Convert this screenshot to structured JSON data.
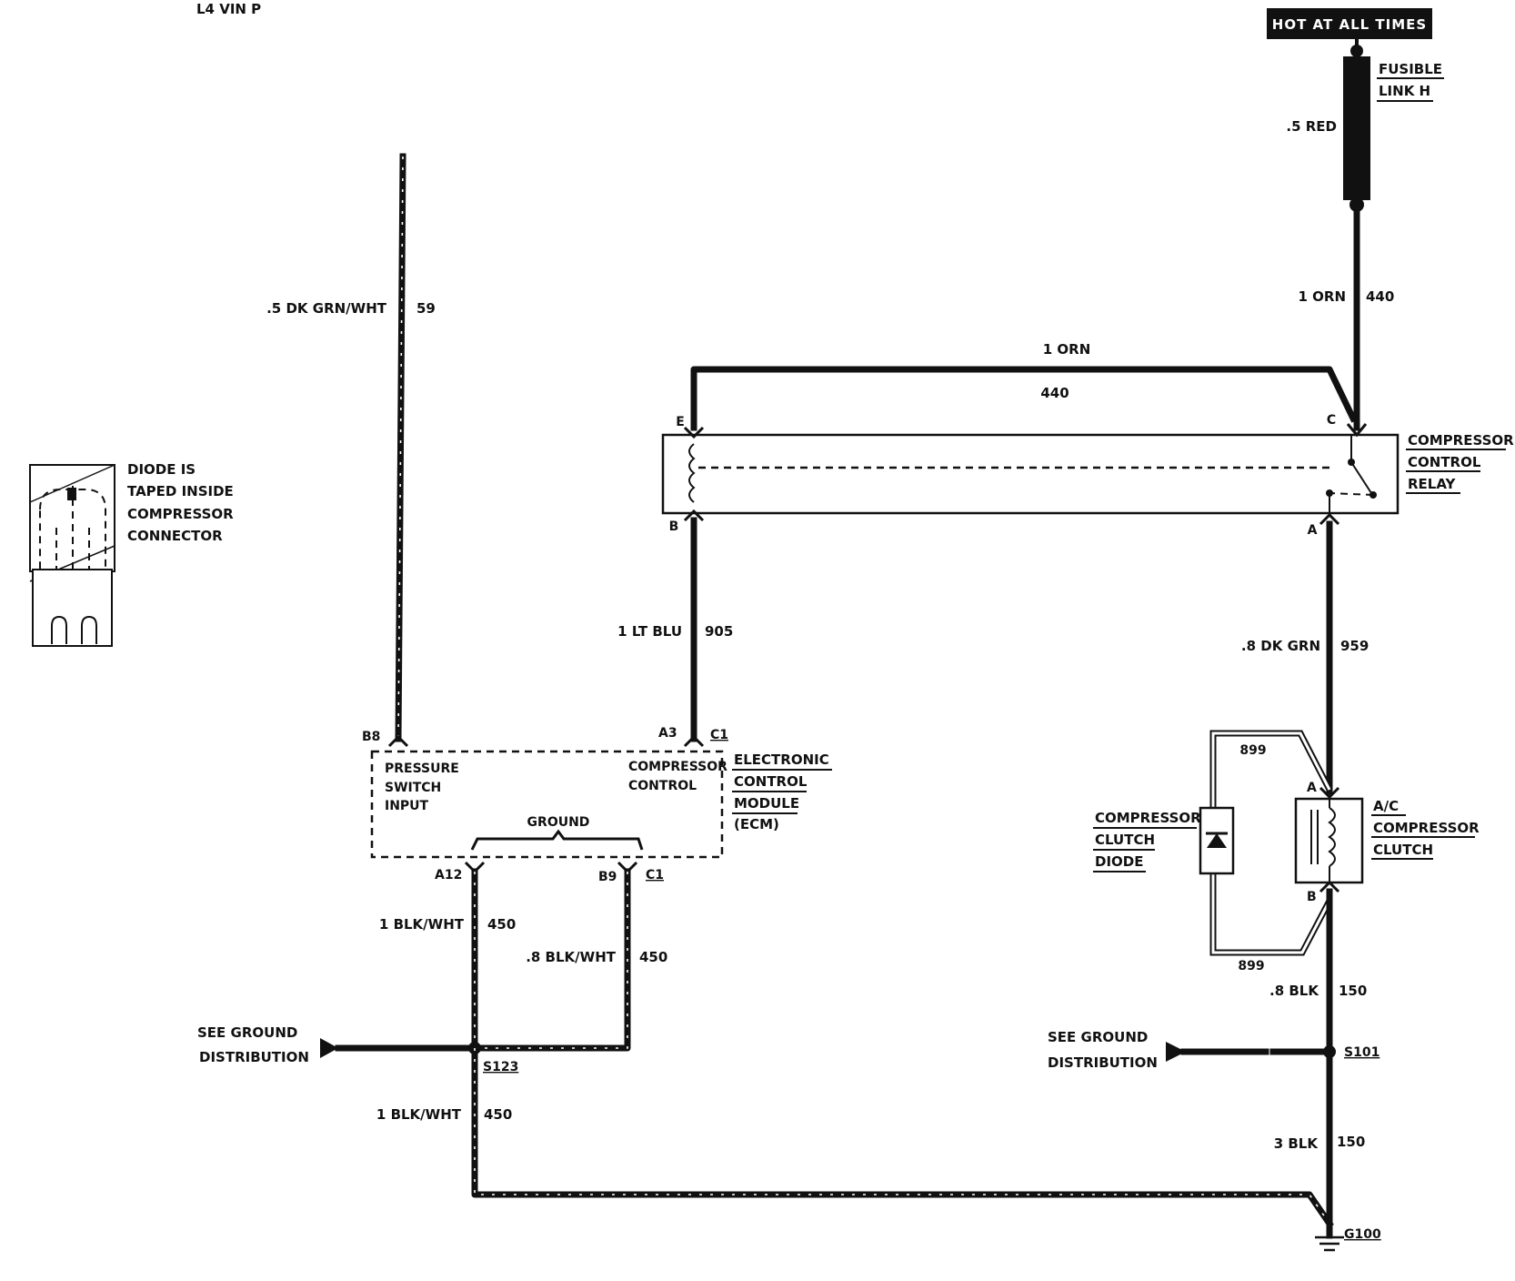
{
  "header": {
    "title": "L4 VIN P"
  },
  "power": {
    "hot_label": "HOT AT ALL TIMES",
    "fusible_line1": "FUSIBLE",
    "fusible_line2": "LINK H"
  },
  "wires": {
    "red": ".5 RED",
    "orn_vert_gauge": "1 ORN",
    "orn_vert_circuit": "440",
    "orn_top_gauge": "1 ORN",
    "orn_top_circuit": "440",
    "grnwht_gauge": ".5 DK GRN/WHT",
    "grnwht_circuit": "59",
    "ltblu_gauge": "1 LT BLU",
    "ltblu_circuit": "905",
    "dkgrn_gauge": ".8 DK GRN",
    "dkgrn_circuit": "959",
    "blkwht_a12_gauge": "1 BLK/WHT",
    "blkwht_a12_circuit": "450",
    "blkwht_b9_gauge": ".8 BLK/WHT",
    "blkwht_b9_circuit": "450",
    "blkwht_low_gauge": "1 BLK/WHT",
    "blkwht_low_circuit": "450",
    "blk8_gauge": ".8 BLK",
    "blk8_circuit": "150",
    "blk3_gauge": "3 BLK",
    "blk3_circuit": "150",
    "diode_top": "899",
    "diode_bottom": "899"
  },
  "relay": {
    "pin_e": "E",
    "pin_c": "C",
    "pin_b": "B",
    "pin_a": "A",
    "name_line1": "COMPRESSOR",
    "name_line2": "CONTROL",
    "name_line3": "RELAY"
  },
  "ecm": {
    "pin_b8": "B8",
    "pin_a3": "A3",
    "conn_c1_top": "C1",
    "pin_a12": "A12",
    "pin_b9": "B9",
    "conn_c1_bottom": "C1",
    "pressure_line1": "PRESSURE",
    "pressure_line2": "SWITCH",
    "pressure_line3": "INPUT",
    "comp_line1": "COMPRESSOR",
    "comp_line2": "CONTROL",
    "ground": "GROUND",
    "name_line1": "ELECTRONIC",
    "name_line2": "CONTROL",
    "name_line3": "MODULE",
    "name_line4": "(ECM)"
  },
  "clutch": {
    "pin_a": "A",
    "pin_b": "B",
    "name_line1": "A/C",
    "name_line2": "COMPRESSOR",
    "name_line3": "CLUTCH",
    "diode_line1": "COMPRESSOR",
    "diode_line2": "CLUTCH",
    "diode_line3": "DIODE"
  },
  "connector_note": {
    "line1": "DIODE IS",
    "line2": "TAPED INSIDE",
    "line3": "COMPRESSOR",
    "line4": "CONNECTOR"
  },
  "grounds": {
    "left_line1": "SEE GROUND",
    "left_line2": "DISTRIBUTION",
    "right_line1": "SEE GROUND",
    "right_line2": "DISTRIBUTION",
    "splice_s123": "S123",
    "splice_s101": "S101",
    "ground_g100": "G100"
  }
}
